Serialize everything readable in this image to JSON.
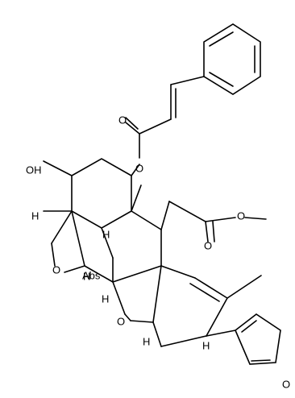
{
  "structure": {
    "atoms": {
      "oh": "OH",
      "o_ester": "O",
      "o_carbonyl_top": "O",
      "o_methyl_ester": "O",
      "o_carbonyl_right": "O",
      "o_cyclic_left": "O",
      "o_furan_ring": "O",
      "o_furan": "O",
      "h_1": "H",
      "h_2": "H",
      "h_3": "H",
      "h_4": "H",
      "h_5": "H",
      "h_6": "H",
      "abs": "Abs"
    }
  }
}
